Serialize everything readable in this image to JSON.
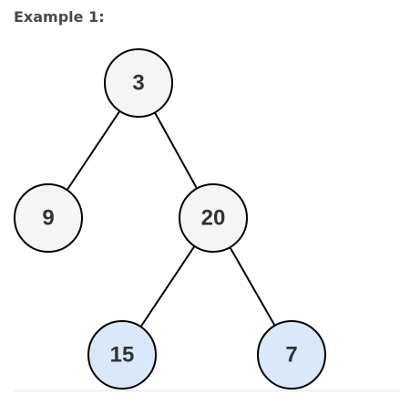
{
  "heading": "Example 1:",
  "colors": {
    "default_fill": "#f5f5f5",
    "highlight_fill": "#dae8fc",
    "stroke": "#000000",
    "text": "#333333"
  },
  "tree": {
    "nodes": [
      {
        "id": "n3",
        "value": "3",
        "highlight": false
      },
      {
        "id": "n9",
        "value": "9",
        "highlight": false
      },
      {
        "id": "n20",
        "value": "20",
        "highlight": false
      },
      {
        "id": "n15",
        "value": "15",
        "highlight": true
      },
      {
        "id": "n7",
        "value": "7",
        "highlight": true
      }
    ],
    "edges": [
      {
        "from": "n3",
        "to": "n9"
      },
      {
        "from": "n3",
        "to": "n20"
      },
      {
        "from": "n20",
        "to": "n15"
      },
      {
        "from": "n20",
        "to": "n7"
      }
    ]
  }
}
